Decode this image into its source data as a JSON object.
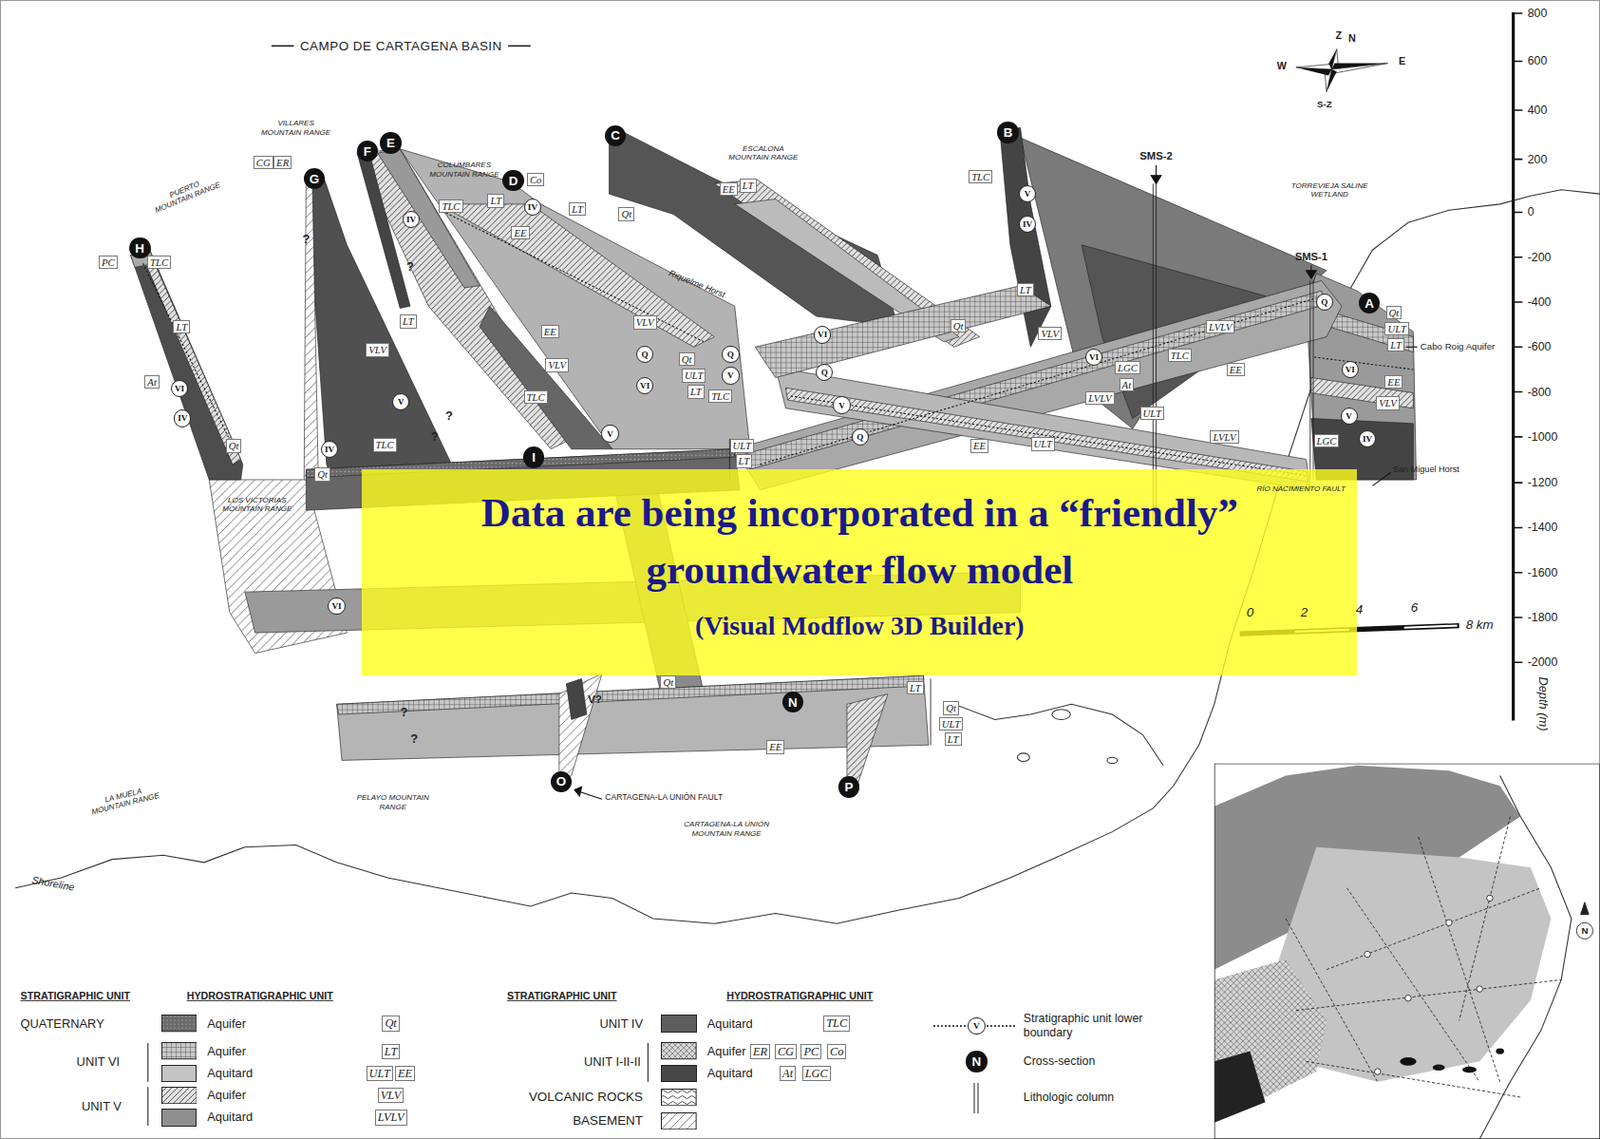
{
  "diagram": {
    "title": "CAMPO DE CARTAGENA BASIN",
    "nodes": [
      {
        "text": [
          "B"
        ]
      },
      {
        "text": [
          "C"
        ]
      },
      {
        "text": [
          "E"
        ]
      },
      {
        "text": [
          "F"
        ]
      },
      {
        "text": [
          "G"
        ]
      },
      {
        "text": [
          "D"
        ]
      },
      {
        "text": [
          "CG"
        ]
      },
      {
        "text": [
          "ER"
        ]
      },
      {
        "text": [
          "Co"
        ]
      },
      {
        "text": [
          "TLC"
        ]
      },
      {
        "text": [
          "EE"
        ]
      },
      {
        "text": [
          "LT"
        ]
      },
      {
        "text": [
          "V"
        ]
      },
      {
        "text": [
          "TLC"
        ]
      },
      {
        "text": [
          "LT"
        ]
      },
      {
        "text": [
          "IV"
        ]
      },
      {
        "text": [
          "LT"
        ]
      },
      {
        "text": [
          "Qt"
        ]
      },
      {
        "text": [
          "IV"
        ]
      },
      {
        "text": [
          "IV"
        ]
      },
      {
        "text": [
          "EE"
        ]
      },
      {
        "text": [
          "H"
        ]
      },
      {
        "text": [
          "PC"
        ]
      },
      {
        "text": [
          "TLC"
        ]
      },
      {
        "text": [
          "LT"
        ]
      },
      {
        "text": [
          "Q"
        ]
      },
      {
        "text": [
          "A"
        ]
      },
      {
        "text": [
          "Qt"
        ]
      },
      {
        "text": [
          "VLV"
        ]
      },
      {
        "text": [
          "LT"
        ]
      },
      {
        "text": [
          "Qt"
        ]
      },
      {
        "text": [
          "ULT"
        ]
      },
      {
        "text": [
          "LT"
        ]
      },
      {
        "text": [
          "EE"
        ]
      },
      {
        "text": [
          "VLV"
        ]
      },
      {
        "text": [
          "VI"
        ]
      },
      {
        "text": [
          "LVLV"
        ]
      },
      {
        "text": [
          "LT"
        ]
      },
      {
        "text": [
          "VLV"
        ]
      },
      {
        "text": [
          "Q"
        ]
      },
      {
        "text": [
          "Q"
        ]
      },
      {
        "text": [
          "Qt"
        ]
      },
      {
        "text": [
          "TLC"
        ]
      },
      {
        "text": [
          "VI"
        ]
      },
      {
        "text": [
          "VLV"
        ]
      },
      {
        "text": [
          "LGC"
        ]
      },
      {
        "text": [
          "EE"
        ]
      },
      {
        "text": [
          "Q"
        ]
      },
      {
        "text": [
          "V"
        ]
      },
      {
        "text": [
          "ULT"
        ]
      },
      {
        "text": [
          "VI"
        ]
      },
      {
        "text": [
          "At"
        ]
      },
      {
        "text": [
          "EE"
        ]
      },
      {
        "text": [
          "At"
        ]
      },
      {
        "text": [
          "VI"
        ]
      },
      {
        "text": [
          "VI"
        ]
      },
      {
        "text": [
          "LT"
        ]
      },
      {
        "text": [
          "TLC"
        ]
      },
      {
        "text": [
          "TLC"
        ]
      },
      {
        "text": [
          "LVLV"
        ]
      },
      {
        "text": [
          "V"
        ]
      },
      {
        "text": [
          "VLV"
        ]
      },
      {
        "text": [
          "V"
        ]
      },
      {
        "text": [
          "ULT"
        ]
      },
      {
        "text": [
          "IV"
        ]
      },
      {
        "text": [
          "V"
        ]
      },
      {
        "text": [
          "V"
        ]
      },
      {
        "text": [
          "LVLV"
        ]
      },
      {
        "text": [
          "Q"
        ]
      },
      {
        "text": [
          "IV"
        ]
      },
      {
        "text": [
          "LGC"
        ]
      },
      {
        "text": [
          "TLC"
        ]
      },
      {
        "text": [
          "Qt"
        ]
      },
      {
        "text": [
          "EE"
        ]
      },
      {
        "text": [
          "ULT"
        ]
      },
      {
        "text": [
          "ULT"
        ]
      },
      {
        "text": [
          "IV"
        ]
      },
      {
        "text": [
          "I"
        ]
      },
      {
        "text": [
          "LT"
        ]
      },
      {
        "text": [
          "Qt"
        ]
      },
      {
        "text": [
          "Data are being incorporated in a “friendly” groundwater flow model",
          "(Visual Modflow 3D Builder)"
        ]
      },
      {
        "text": [
          "VI"
        ]
      },
      {
        "text": [
          "Qt"
        ]
      },
      {
        "text": [
          "LT"
        ]
      },
      {
        "text": [
          "N"
        ]
      },
      {
        "text": [
          "Qt"
        ]
      },
      {
        "text": [
          "ULT"
        ]
      },
      {
        "text": [
          "LT"
        ]
      },
      {
        "text": [
          "EE"
        ]
      },
      {
        "text": [
          "O"
        ]
      },
      {
        "text": [
          "P"
        ]
      },
      {
        "text": [
          "Qt"
        ]
      },
      {
        "text": [
          "LT"
        ]
      },
      {
        "text": [
          "ULT"
        ]
      },
      {
        "text": [
          "EE"
        ]
      },
      {
        "text": [
          "VLV"
        ]
      },
      {
        "text": [
          "LVLV"
        ]
      },
      {
        "text": [
          "TLC"
        ]
      },
      {
        "text": [
          "ER"
        ]
      },
      {
        "text": [
          "CG"
        ]
      },
      {
        "text": [
          "PC"
        ]
      },
      {
        "text": [
          "Co"
        ]
      },
      {
        "text": [
          "At"
        ]
      },
      {
        "text": [
          "LGC"
        ]
      },
      {
        "text": [
          "V"
        ]
      },
      {
        "text": [
          "N"
        ]
      }
    ],
    "labels": [
      "VILLARES MOUNTAIN RANGE",
      "PUERTO MOUNTAIN RANGE",
      "COLUMBARES MOUNTAIN RANGE",
      "ESCALONA MOUNTAIN RANGE",
      "SMS-2",
      "TORREVIEJA SALINE WETLAND",
      "SMS-1",
      "Cabo Roig Aquifer",
      "Riquelme Horst",
      "San Miguel Horst",
      "RÍO NACIMIENTO FAULT",
      "LOS VICTORIAS MOUNTAIN RANGE",
      "?",
      "?",
      "?",
      "?",
      "V?",
      "?",
      "?",
      "LA MUELA MOUNTAIN RANGE",
      "PELAYO MOUNTAIN RANGE",
      "CARTAGENA-LA UNIÓN FAULT",
      "CARTAGENA-LA UNIÓN MOUNTAIN RANGE",
      "Shoreline",
      "Z",
      "N",
      "W",
      "E",
      "S-Z",
      "800",
      "600",
      "400",
      "200",
      "0",
      "-200",
      "-400",
      "-600",
      "-800",
      "-1000",
      "-1200",
      "-1400",
      "-1600",
      "-1800",
      "-2000",
      "Depth (m)",
      "0",
      "2",
      "4",
      "6",
      "8 km",
      "STRATIGRAPHIC UNIT",
      "HYDROSTRATIGRAPHIC UNIT",
      "STRATIGRAPHIC UNIT",
      "HYDROSTRATIGRAPHIC UNIT",
      "QUATERNARY",
      "UNIT VI",
      "UNIT V",
      "UNIT IV",
      "UNIT I-II-II",
      "N"
    ],
    "legend": [
      {
        "text": "Aquifer"
      },
      {
        "text": "Aquifer"
      },
      {
        "text": "Aquitard",
        "color": "#c4c4c4"
      },
      {
        "text": "Aquifer"
      },
      {
        "text": "Aquitard",
        "color": "#8e8e8e"
      },
      {
        "text": "Aquitard",
        "color": "#5e5e5e"
      },
      {
        "text": "Aquifer"
      },
      {
        "text": "Aquitard",
        "color": "#474747"
      },
      {
        "text": "VOLCANIC ROCKS"
      },
      {
        "text": "BASEMENT"
      },
      {
        "text": "Stratigraphic unit lower boundary"
      },
      {
        "text": "Cross-section"
      },
      {
        "text": "Lithologic column"
      }
    ]
  }
}
